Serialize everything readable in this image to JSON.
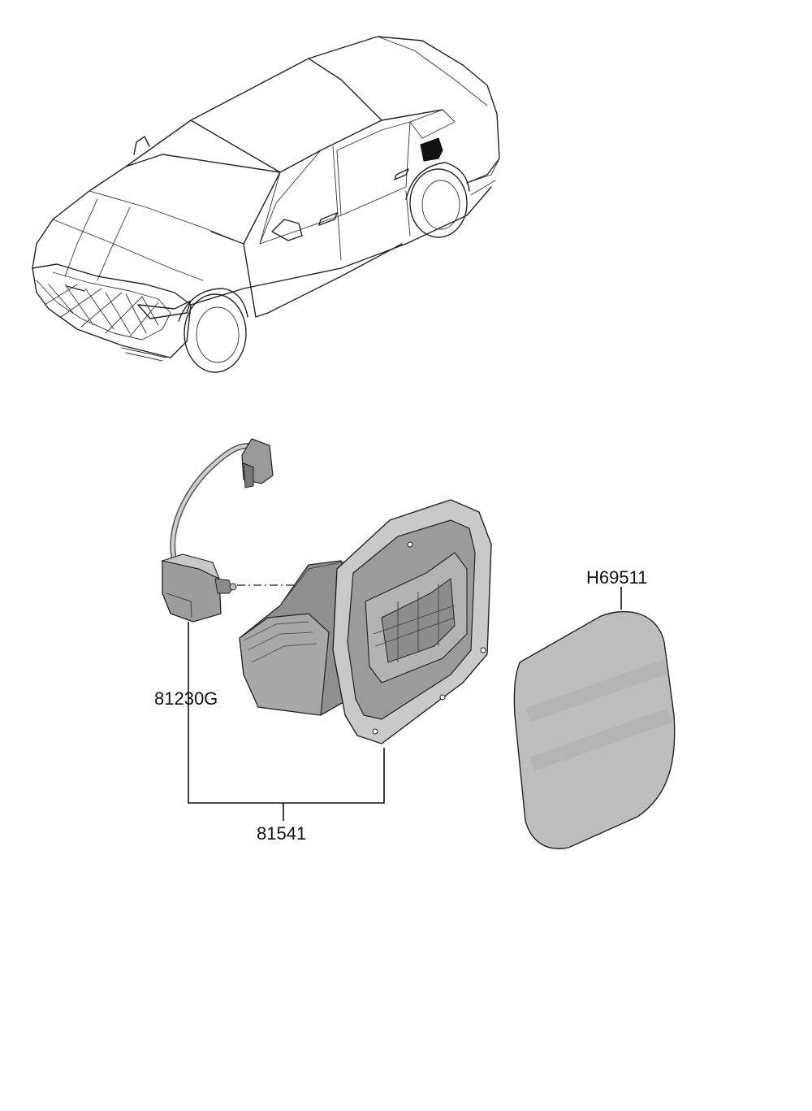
{
  "labels": {
    "fuel_door_assembly": "81541",
    "actuator": "81230G",
    "fuel_door_cover": "H69511"
  },
  "colors": {
    "part_fill": "#bdbdbd",
    "part_fill_dark": "#8f8f8f",
    "part_fill_light": "#d6d6d6",
    "line": "#222222",
    "highlight": "#111111"
  },
  "icons": {
    "vehicle": "sedan-line-drawing",
    "actuator": "fuel-door-actuator",
    "housing": "fuel-filler-housing",
    "cover": "fuel-door-cover"
  }
}
